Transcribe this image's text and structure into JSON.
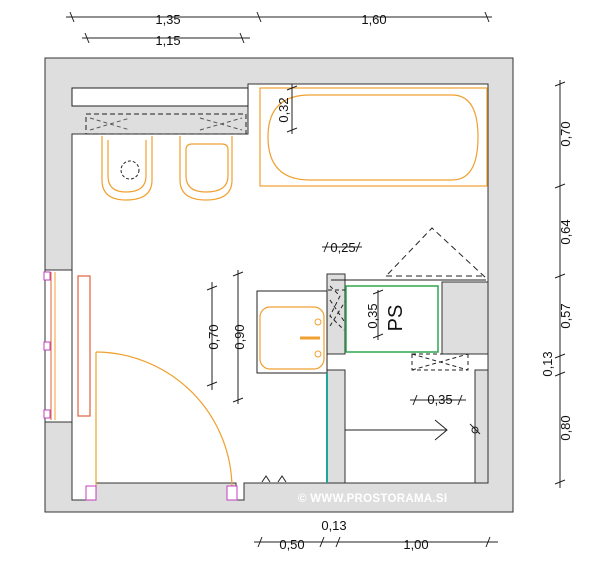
{
  "dimensions": {
    "top_left": "1,35",
    "top_right": "1,60",
    "top_inner": "1,15",
    "right_1": "0,70",
    "right_2": "0,64",
    "right_3": "0,57",
    "right_4": "0,13",
    "right_5": "0,80",
    "bottom_13": "0,13",
    "bottom_50": "0,50",
    "bottom_100": "1,00",
    "bathtub_depth": "0,32",
    "gap_025": "0,25",
    "sink_070": "0,70",
    "sink_090": "0,90",
    "shower_035": "0,35",
    "walkway_035": "0,35"
  },
  "labels": {
    "ps": "PS",
    "watermark": "© WWW.PROSTORAMA.SI"
  },
  "colors": {
    "wall": "#dedede",
    "fixture": "#f0a030",
    "window": "#e06040",
    "shower_tray": "#2ea84a",
    "glass": "#1aa89a",
    "door_stop": "#c040c0"
  }
}
